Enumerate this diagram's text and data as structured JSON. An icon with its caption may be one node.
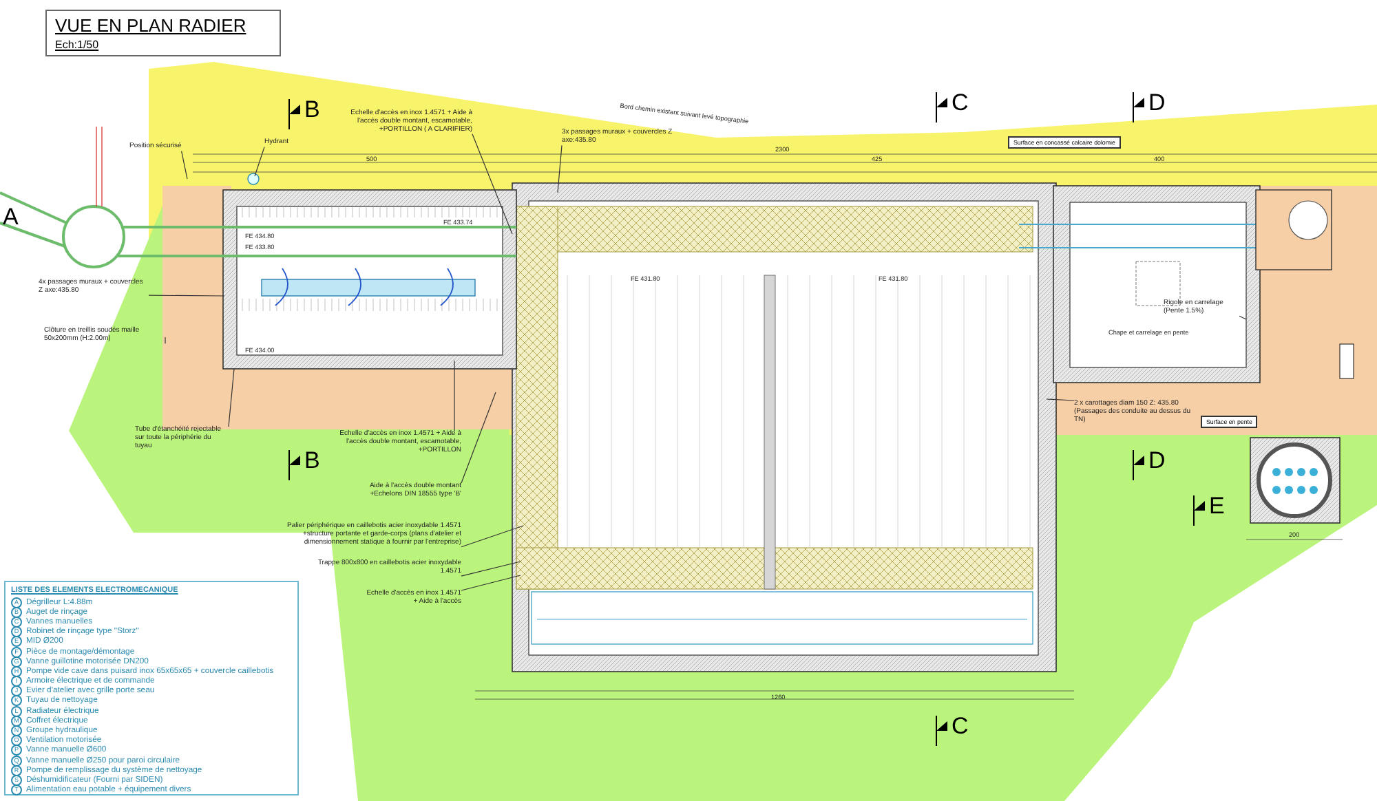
{
  "diagram": {
    "nodes": [
      {
        "text": [
          "VUE EN PLAN RADIER",
          "Ech:1/50"
        ]
      },
      {
        "text": [
          "LISTE DES ELEMENTS ELECTROMECANIQUE",
          "Dégrilleur L:4.88m",
          "Auget de rinçage",
          "Vannes manuelles",
          "Robinet de rinçage type \"Storz\"",
          "MID Ø200",
          "Pièce de montage/démontage",
          "Vanne guillotine motorisée DN200",
          "Pompe vide cave dans puisard inox 65x65x65 + couvercle caillebotis",
          "Armoire électrique et de commande",
          "Evier d'atelier avec grille porte seau",
          "Tuyau de nettoyage",
          "Radiateur électrique",
          "Coffret électrique",
          "Groupe hydraulique",
          "Ventilation motorisée",
          "Vanne manuelle Ø600",
          "Vanne manuelle Ø250 pour paroi circulaire",
          "Pompe de remplissage du système de nettoyage",
          "Déshumidificateur (Fourni par SIDEN)",
          "Alimentation eau potable + équipement divers"
        ]
      },
      {
        "text": [
          "Position sécurisé"
        ]
      },
      {
        "text": [
          "Hydrant"
        ]
      },
      {
        "text": [
          "Echelle d'accès en inox 1.4571 + Aide à l'accès double montant, escamotable, +PORTILLON ( A CLARIFIER)"
        ]
      },
      {
        "text": [
          "3x passages muraux + couvercles Z axe:435.80"
        ]
      },
      {
        "text": [
          "Surface en concassé calcaire dolomie"
        ]
      },
      {
        "text": [
          "4x passages muraux + couvercles Z axe:435.80"
        ]
      },
      {
        "text": [
          "Clôture en treillis soudés maille 50x200mm (H:2.00m)"
        ]
      },
      {
        "text": [
          "Tube d'étanchéité rejectable sur toute la périphérie du tuyau"
        ]
      },
      {
        "text": [
          "Echelle d'accès en inox 1.4571 + Aide à l'accès double montant, escamotable, +PORTILLON"
        ]
      },
      {
        "text": [
          "Aide à l'accès double montant +Echelons DIN 18555 type 'B'"
        ]
      },
      {
        "text": [
          "Palier périphérique en caillebotis acier inoxydable 1.4571 +structure portante et garde-corps (plans d'atelier et dimensionnement statique à fournir par l'entreprise)"
        ]
      },
      {
        "text": [
          "Trappe 800x800 en caillebotis acier inoxydable 1.4571"
        ]
      },
      {
        "text": [
          "Echelle d'accès en inox 1.4571 + Aide à l'accès"
        ]
      },
      {
        "text": [
          "Rigole en carrelage (Pente 1.5%)"
        ]
      },
      {
        "text": [
          "2 x carottages diam 150 Z: 435.80 (Passages des conduite au dessus du TN)"
        ]
      },
      {
        "text": [
          "Surface en pente"
        ]
      }
    ],
    "edges": [
      {
        "from": 2,
        "to": null,
        "arrow": "none"
      },
      {
        "from": 3,
        "to": null,
        "arrow": "none"
      },
      {
        "from": 4,
        "to": null,
        "arrow": "none"
      },
      {
        "from": 5,
        "to": null,
        "arrow": "none"
      },
      {
        "from": 7,
        "to": null,
        "arrow": "none"
      },
      {
        "from": 8,
        "to": null,
        "arrow": "none"
      },
      {
        "from": 9,
        "to": null,
        "arrow": "none"
      },
      {
        "from": 10,
        "to": null,
        "arrow": "none"
      },
      {
        "from": 11,
        "to": null,
        "arrow": "none"
      },
      {
        "from": 12,
        "to": null,
        "arrow": "none"
      },
      {
        "from": 13,
        "to": null,
        "arrow": "none"
      },
      {
        "from": 14,
        "to": null,
        "arrow": "none"
      },
      {
        "from": 15,
        "to": null,
        "arrow": "none"
      },
      {
        "from": 16,
        "to": null,
        "arrow": "none"
      }
    ],
    "labels": [
      "B",
      "Bord chemin existant suivant levé topographie",
      "C",
      "D",
      "500",
      "2300",
      "425",
      "400",
      "A",
      "FE 434.80",
      "FE 433.80",
      "FE 433.74",
      "FE 431.80",
      "FE 431.80",
      "Chape et carrelage en pente",
      "FE 434.00",
      "B",
      "D",
      "E",
      "1260",
      "C",
      "200",
      "A",
      "B",
      "C",
      "D",
      "E",
      "F",
      "G",
      "H",
      "I",
      "J",
      "K",
      "L",
      "M",
      "N",
      "O",
      "P",
      "Q",
      "R",
      "S",
      "T"
    ]
  }
}
